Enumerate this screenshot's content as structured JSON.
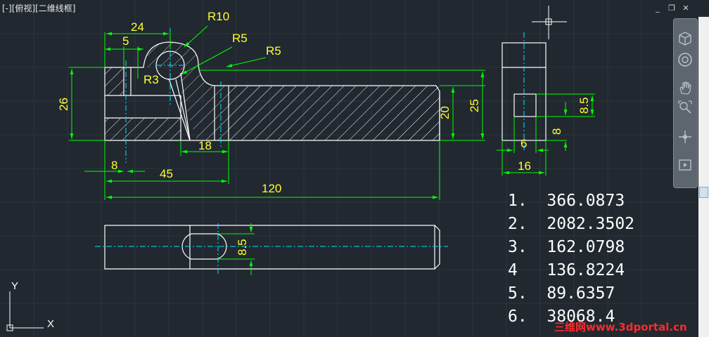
{
  "viewport": {
    "label": "[-][俯视][二维线框]"
  },
  "window_controls": {
    "minimize": "_",
    "restore": "❐",
    "close": "✕"
  },
  "navbar": {
    "items": [
      "view-cube",
      "steering-wheel",
      "pan",
      "zoom-extents",
      "orbit",
      "showmotion"
    ]
  },
  "ucs": {
    "x_label": "X",
    "y_label": "Y"
  },
  "dimensions": {
    "d24": "24",
    "d5": "5",
    "r10": "R10",
    "r5a": "R5",
    "r5b": "R5",
    "r3": "R3",
    "d26": "26",
    "d18": "18",
    "d8": "8",
    "d45": "45",
    "d120": "120",
    "d20": "20",
    "d25": "25",
    "side_d85": "8.5",
    "side_d8": "8",
    "side_d6": "6",
    "side_d16": "16",
    "bottom_d85": "8.5"
  },
  "results": [
    "1.  366.0873",
    "2.  2082.3502",
    "3.  162.0798",
    "4   136.8224",
    "5.  89.6357",
    "6.  38068.4"
  ],
  "watermark": "三维网www.3dportal.cn",
  "colors": {
    "background": "#212830",
    "dimension": "#00ff00",
    "dimension_text": "#ffff33",
    "centerline": "#00e5ff",
    "geometry": "#ffffff"
  }
}
